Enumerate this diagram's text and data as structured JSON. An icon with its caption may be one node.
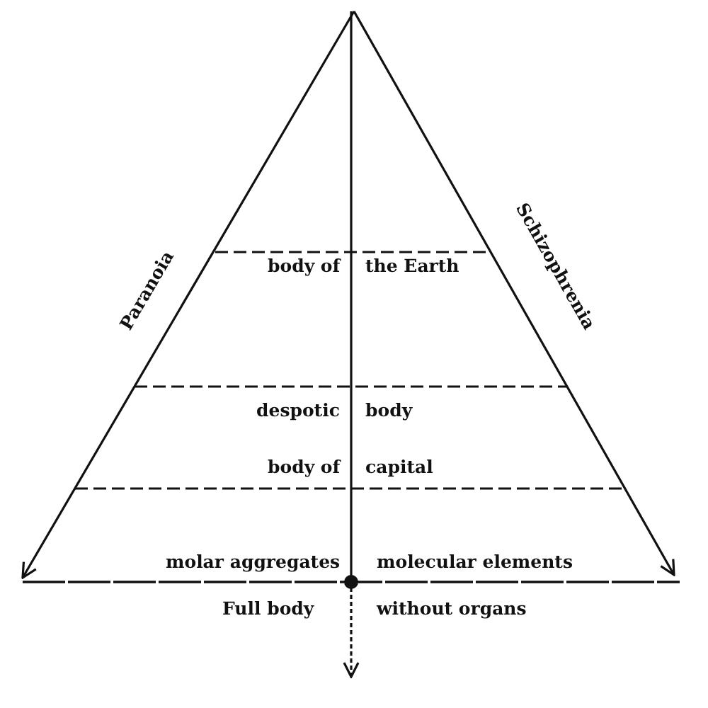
{
  "diagram": {
    "labels": [
      "Schizophrenia",
      "Paranoia",
      "body of",
      "the Earth",
      "despotic",
      "body",
      "body of",
      "capital",
      "molar aggregates",
      "molecular elements",
      "Full body",
      "without organs"
    ]
  }
}
